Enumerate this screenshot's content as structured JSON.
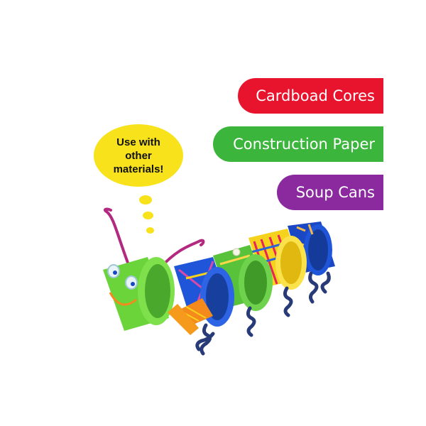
{
  "labels": [
    {
      "text": "Cardboad Cores",
      "color": "#e8132c"
    },
    {
      "text": "Construction Paper",
      "color": "#3cb53c"
    },
    {
      "text": "Soup Cans",
      "color": "#8a2a9e"
    }
  ],
  "bubble": {
    "text": "Use with other materials!",
    "color": "#f7e21c"
  },
  "image": {
    "subject": "caterpillar-craft-from-cardboard-tubes"
  }
}
